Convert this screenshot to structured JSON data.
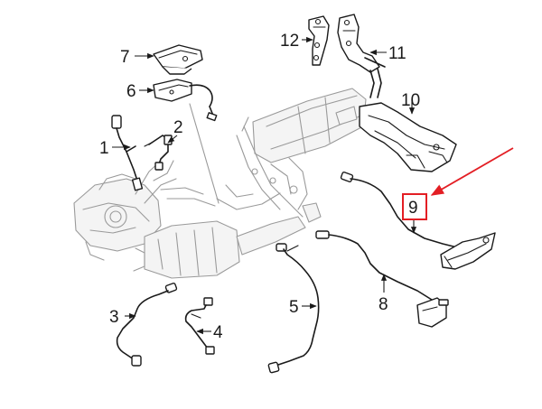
{
  "callouts": {
    "c1": "1",
    "c2": "2",
    "c3": "3",
    "c4": "4",
    "c5": "5",
    "c6": "6",
    "c7": "7",
    "c8": "8",
    "c9": "9",
    "c10": "10",
    "c11": "11",
    "c12": "12"
  },
  "colors": {
    "line": "#1a1a1a",
    "ghost": "#9a9a9a",
    "highlight": "#e31e24"
  }
}
